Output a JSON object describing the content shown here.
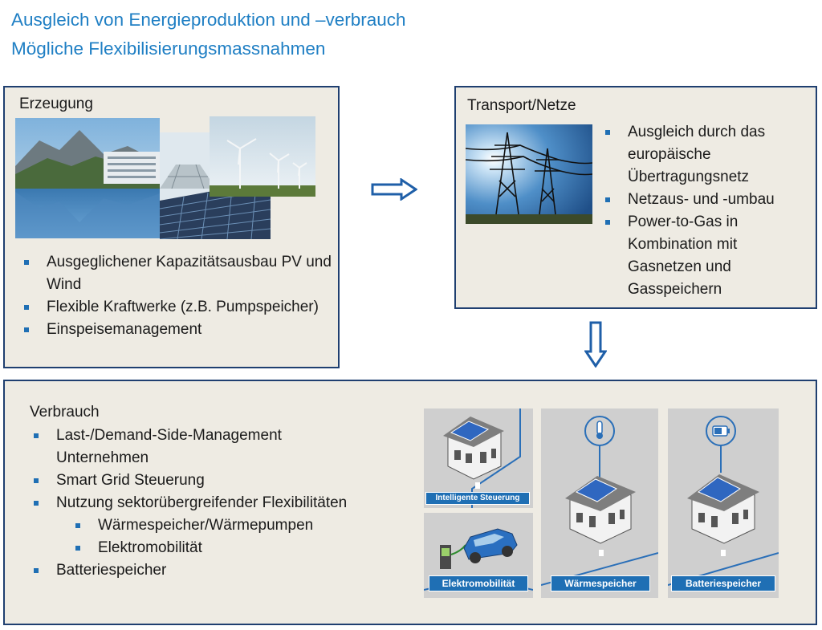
{
  "title": {
    "line1": "Ausgleich von Energieproduktion und –verbrauch",
    "line2": "Mögliche Flexibilisierungsmassnahmen"
  },
  "erzeugung": {
    "heading": "Erzeugung",
    "items": [
      "Ausgeglichener Kapazitätsausbau PV und Wind",
      "Flexible Kraftwerke (z.B. Pumpspeicher)",
      "Einspeisemanagement"
    ]
  },
  "transport": {
    "heading": "Transport/Netze",
    "items": [
      "Ausgleich durch das europäische Übertragungsnetz",
      "Netzaus- und -umbau",
      "Power-to-Gas in Kombination mit Gasnetzen und Gasspeichern"
    ]
  },
  "verbrauch": {
    "heading": "Verbrauch",
    "items": [
      "Last-/Demand-Side-Management Unternehmen",
      "Smart Grid Steuerung",
      "Nutzung sektorübergreifender Flexibilitäten",
      "Wärmespeicher/Wärmepumpen",
      "Elektromobilität",
      "Batteriespeicher"
    ],
    "tiles": [
      "Intelligente Steuerung",
      "Elektromobilität",
      "Wärmespeicher",
      "Batteriespeicher"
    ]
  },
  "colors": {
    "title": "#1f7fc4",
    "panel_bg": "#eeebe3",
    "panel_border": "#1f3f70",
    "bullet": "#1f6fb4",
    "arrow": "#1f5fa8",
    "tile_label_bg": "#1f6fb4"
  },
  "icons": [
    "right-arrow-icon",
    "down-arrow-icon",
    "thermometer-icon",
    "battery-icon"
  ]
}
